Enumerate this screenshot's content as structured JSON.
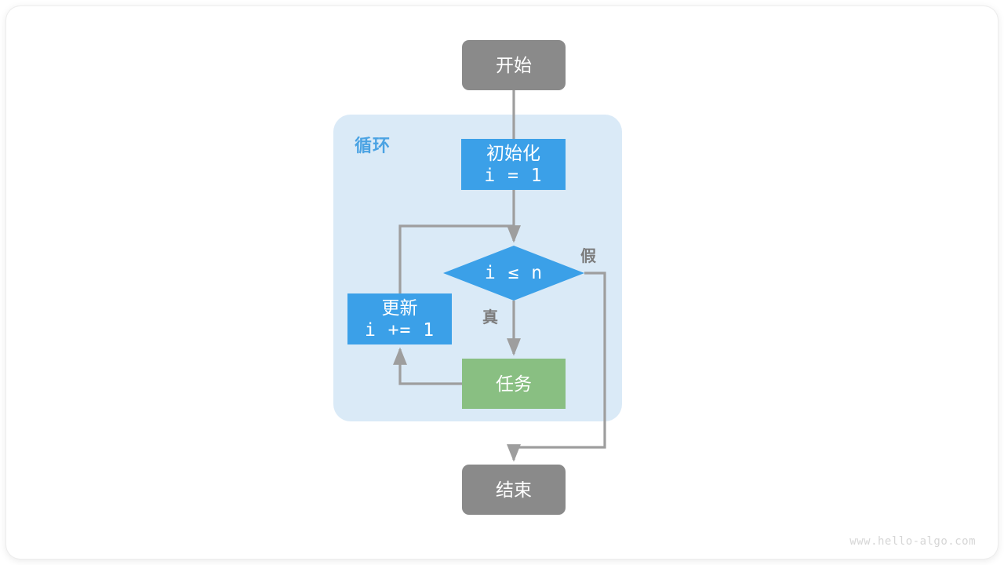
{
  "diagram": {
    "title": "for-loop-flowchart",
    "colors": {
      "terminal": "#8a8a8a",
      "process": "#3ba0e8",
      "task": "#89bf82",
      "loop_container": "#daeaf7",
      "loop_label": "#4ba3e3",
      "edge": "#9e9e9e",
      "edge_label": "#7c7c7c",
      "watermark": "#d6d6d6",
      "page_background": "#ffffff"
    },
    "loop": {
      "label": "循环"
    },
    "nodes": [
      {
        "id": "start",
        "label": "开始",
        "shape": "rounded-rect",
        "kind": "terminal"
      },
      {
        "id": "init",
        "label": "初始化",
        "sublabel": "i = 1",
        "shape": "rect",
        "kind": "process"
      },
      {
        "id": "cond",
        "label": "i ≤ n",
        "shape": "diamond",
        "kind": "decision"
      },
      {
        "id": "update",
        "label": "更新",
        "sublabel": "i += 1",
        "shape": "rect",
        "kind": "process"
      },
      {
        "id": "task",
        "label": "任务",
        "shape": "rect",
        "kind": "task"
      },
      {
        "id": "end",
        "label": "结束",
        "shape": "rounded-rect",
        "kind": "terminal"
      }
    ],
    "edge_labels": {
      "true": "真",
      "false": "假"
    },
    "edges": [
      {
        "from": "start",
        "to": "init",
        "label": ""
      },
      {
        "from": "init",
        "to": "cond",
        "label": ""
      },
      {
        "from": "cond",
        "to": "task",
        "label": "真"
      },
      {
        "from": "cond",
        "to": "end",
        "label": "假"
      },
      {
        "from": "task",
        "to": "update",
        "label": ""
      },
      {
        "from": "update",
        "to": "cond",
        "label": ""
      }
    ]
  },
  "watermark": {
    "text": "www.hello-algo.com"
  }
}
